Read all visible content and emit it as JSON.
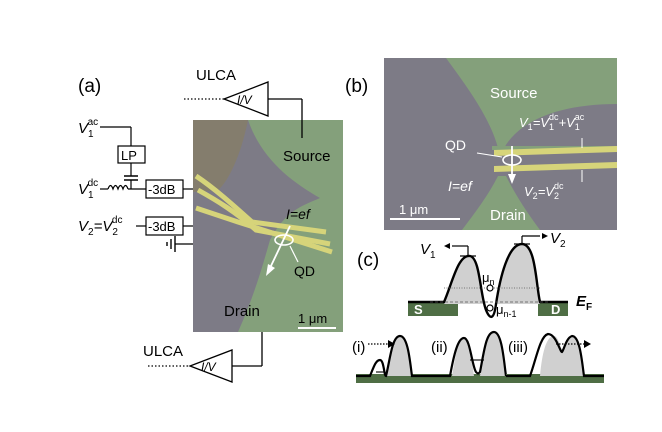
{
  "panel_a": {
    "label": "(a)",
    "amp_top_name": "ULCA",
    "amp_top_symbol": "I/V",
    "amp_bottom_name": "ULCA",
    "amp_bottom_symbol": "I/V",
    "v1ac_base": "V",
    "v1ac_sub": "1",
    "v1ac_sup": "ac",
    "lp_label": "LP",
    "v1dc_base": "V",
    "v1dc_sub": "1",
    "v1dc_sup": "dc",
    "att1_label": "-3dB",
    "v2_lhs_base": "V",
    "v2_lhs_sub": "2",
    "v2_eq": "=V",
    "v2_rhs_sub": "2",
    "v2_rhs_sup": "dc",
    "att2_label": "-3dB",
    "source_label": "Source",
    "drain_label": "Drain",
    "current_label": "I=ef",
    "qd_label": "QD",
    "scale_label": "1 μm"
  },
  "panel_b": {
    "label": "(b)",
    "source_label": "Source",
    "drain_label": "Drain",
    "qd_label": "QD",
    "current_label": "I=ef",
    "v1_eq_base": "V",
    "v1_eq_sub": "1",
    "v1_eq_mid": "=V",
    "v1_eq_sub2": "1",
    "v1_eq_sup2": "dc",
    "v1_eq_plus": "+V",
    "v1_eq_sub3": "1",
    "v1_eq_sup3": "ac",
    "v2_eq_base": "V",
    "v2_eq_sub": "2",
    "v2_eq_mid": "=V",
    "v2_eq_sub2": "2",
    "v2_eq_sup2": "dc",
    "scale_label": "1 μm"
  },
  "panel_c": {
    "label": "(c)",
    "v1_base": "V",
    "v1_sub": "1",
    "v2_base": "V",
    "v2_sub": "2",
    "mu_n_base": "μ",
    "mu_n_sub": "n",
    "mu_n1_base": "μ",
    "mu_n1_sub": "n-1",
    "s_label": "S",
    "d_label": "D",
    "ef_base": "E",
    "ef_sub": "F",
    "step_i": "(i)",
    "step_ii": "(ii)",
    "step_iii": "(iii)"
  },
  "colors": {
    "substrate": "#7d7b86",
    "mesa": "#84a07b",
    "gate": "#d6d47a",
    "barrier_fill": "#d0d0d0",
    "lead_green": "#4f6e45"
  }
}
